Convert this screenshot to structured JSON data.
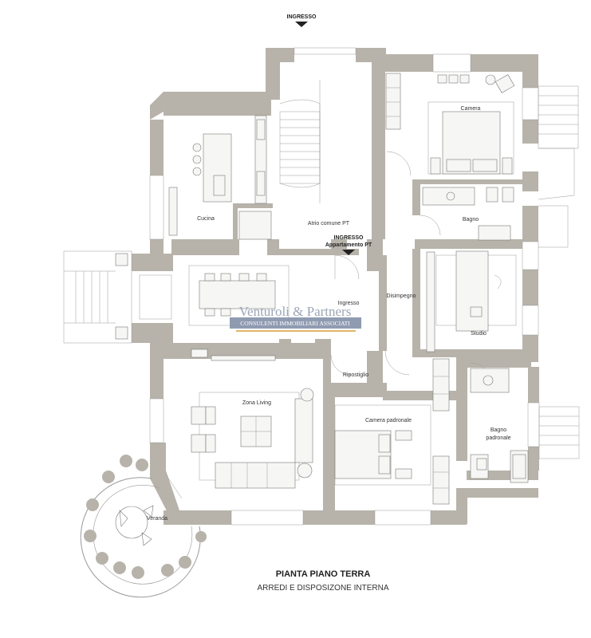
{
  "header": {
    "entrance_label": "INGRESSO"
  },
  "rooms": {
    "camera": "Camera",
    "cucina": "Cucina",
    "atrio": "Atrio comune PT",
    "bagno": "Bagno",
    "ingresso_apt_line1": "INGRESSO",
    "ingresso_apt_line2": "Appartamento PT",
    "ingresso": "Ingresso",
    "disimpegno": "Disimpegno",
    "studio": "Studio",
    "ripostiglio": "Ripostiglio",
    "zona_living": "Zona Living",
    "camera_padronale": "Camera padronale",
    "bagno_padronale_line1": "Bagno",
    "bagno_padronale_line2": "padronale",
    "veranda": "Veranda"
  },
  "watermark": {
    "name": "Venturoli & Partners",
    "subtitle": "CONSULENTI IMMOBILIARI ASSOCIATI"
  },
  "footer": {
    "title": "PIANTA PIANO TERRA",
    "subtitle": "ARREDI E DISPOSIZONE INTERNA"
  },
  "colors": {
    "wall": "#b7b3aa",
    "line": "#777777",
    "watermark_band": "#7b8aa3",
    "watermark_accent": "#d9a441"
  }
}
